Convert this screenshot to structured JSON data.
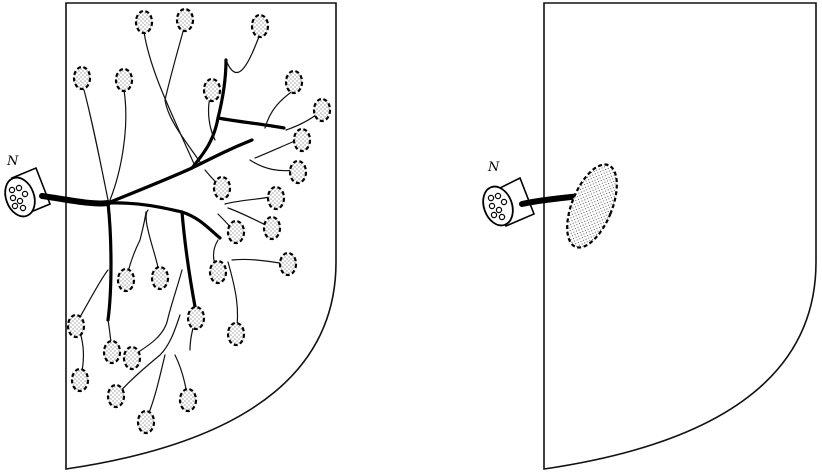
{
  "panels": [
    {
      "id": "left",
      "nerve_label": "N"
    },
    {
      "id": "right",
      "nerve_label": "N"
    }
  ]
}
